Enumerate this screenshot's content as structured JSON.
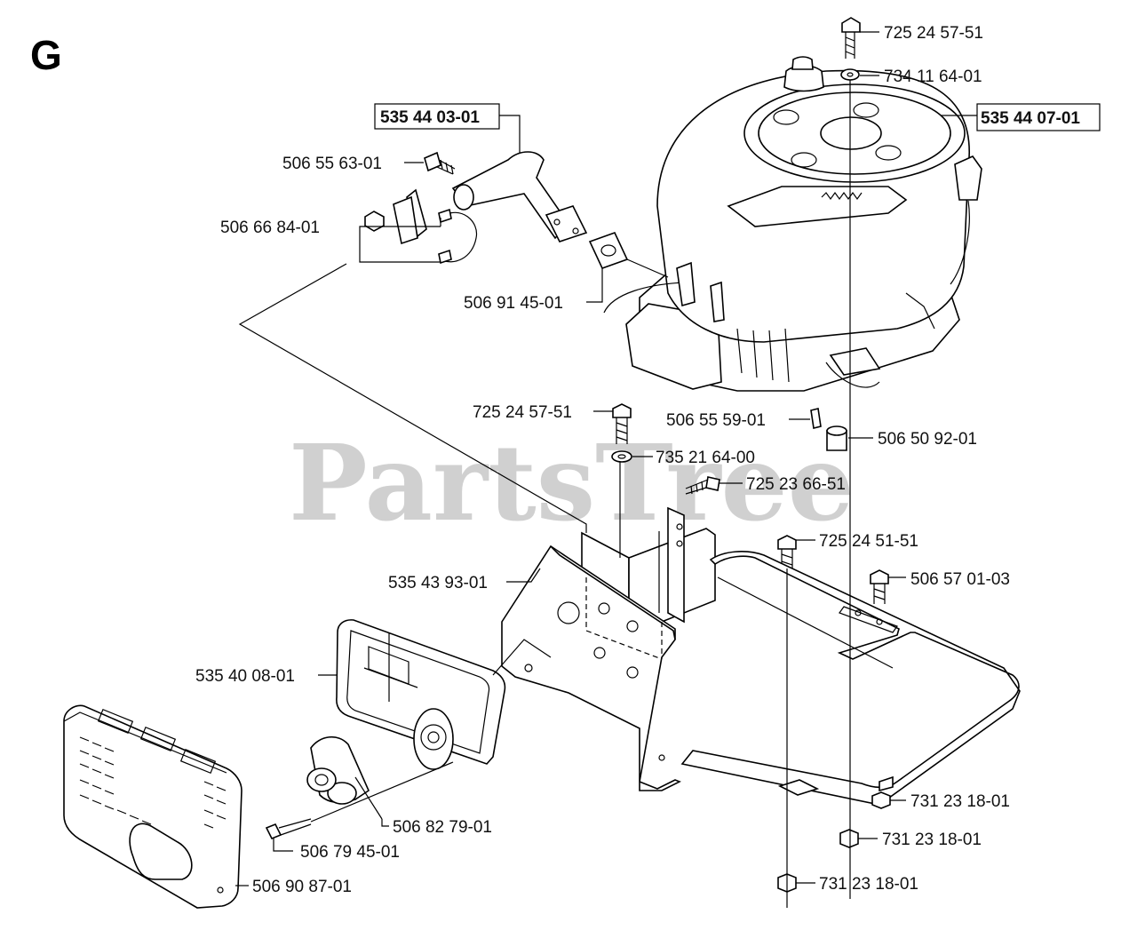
{
  "diagram": {
    "section_letter": "G",
    "watermark": "PartsTree",
    "labels": {
      "p725_24_57_51_top": "725 24 57-51",
      "p734_11_64_01": "734 11 64-01",
      "p535_44_03_01": "535 44 03-01",
      "p535_44_07_01": "535 44 07-01",
      "p506_55_63_01": "506 55 63-01",
      "p506_66_84_01": "506 66 84-01",
      "p506_91_45_01": "506 91 45-01",
      "p725_24_57_51_mid": "725 24 57-51",
      "p506_55_59_01": "506 55 59-01",
      "p506_50_92_01": "506 50 92-01",
      "p735_21_64_00": "735 21 64-00",
      "p725_23_66_51": "725 23 66-51",
      "p725_24_51_51": "725 24 51-51",
      "p506_57_01_03": "506 57 01-03",
      "p535_43_93_01": "535 43 93-01",
      "p535_40_08_01": "535 40 08-01",
      "p731_23_18_01_a": "731 23 18-01",
      "p731_23_18_01_b": "731 23 18-01",
      "p731_23_18_01_c": "731 23 18-01",
      "p506_82_79_01": "506 82 79-01",
      "p506_79_45_01": "506 79 45-01",
      "p506_90_87_01": "506 90 87-01"
    }
  }
}
